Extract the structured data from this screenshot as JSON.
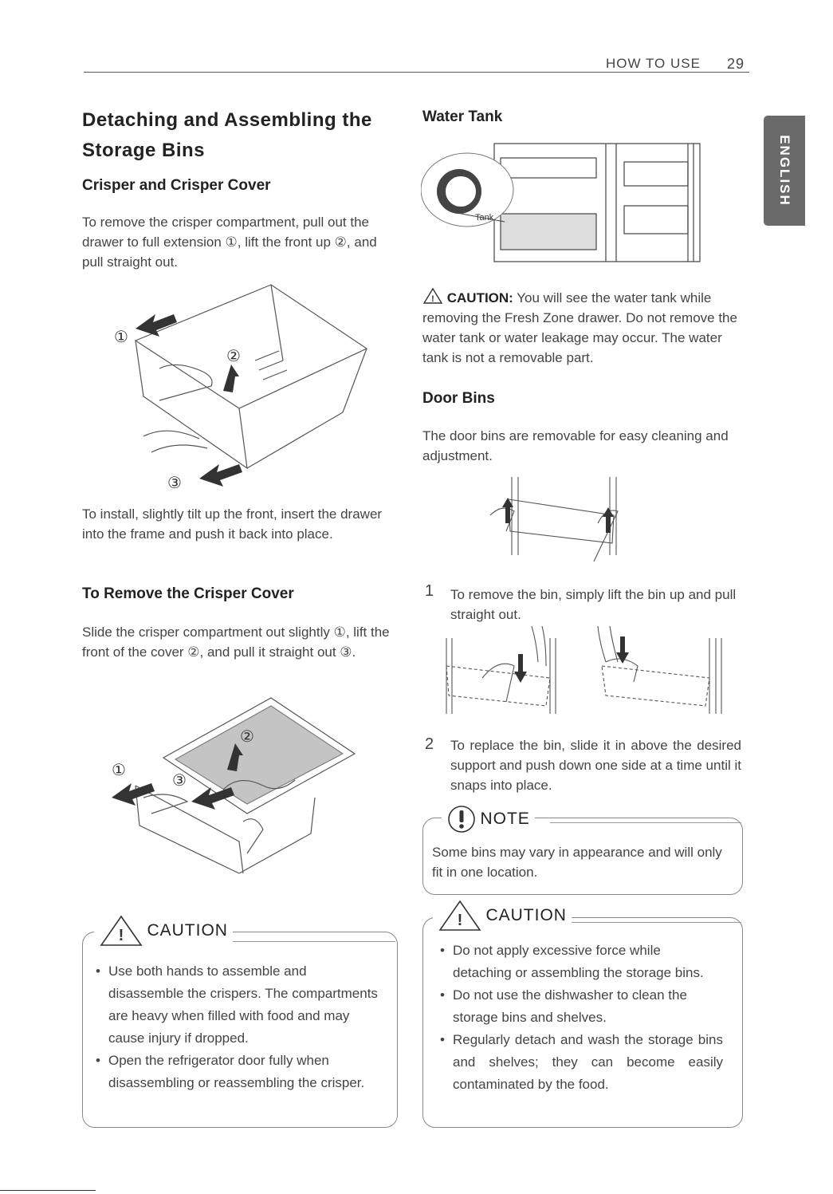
{
  "header": {
    "section": "HOW TO USE",
    "page_number": "29"
  },
  "side_tab": {
    "label": "ENGLISH"
  },
  "left": {
    "title": "Detaching and Assembling the Storage Bins",
    "crisper_heading": "Crisper and Crisper Cover",
    "crisper_text": "To remove the crisper compartment, pull out the drawer to full extension ①, lift the front up ②, and pull straight out.",
    "fig1_labels": [
      "①",
      "②",
      "③"
    ],
    "install_text": "To install, slightly tilt up the front, insert the drawer into the frame and push it back into place.",
    "cover_heading": "To Remove the Crisper Cover",
    "cover_text": "Slide the crisper compartment out slightly ①, lift the front of the cover ②, and pull it straight out ③.",
    "fig2_labels": [
      "①",
      "②",
      "③"
    ],
    "caution": {
      "title": "CAUTION",
      "items": [
        "Use both hands to assemble and disassemble the crispers. The compartments are heavy when filled with food and may cause injury if dropped.",
        "Open the refrigerator door fully when disassembling or reassembling the crisper."
      ]
    }
  },
  "right": {
    "water_heading": "Water Tank",
    "tank_label": "Tank",
    "caution_inline_label": "CAUTION:",
    "caution_inline_text": "You will see the water tank while removing the Fresh Zone drawer. Do not remove the water tank or water leakage may occur. The water tank is not a removable part.",
    "door_heading": "Door Bins",
    "door_text": "The door bins are removable for easy cleaning and adjustment.",
    "step1_num": "1",
    "step1_text": "To remove the bin, simply lift the bin up and pull straight out.",
    "step2_num": "2",
    "step2_text": "To replace the bin, slide it in above the desired support and push down one side at a time until it snaps into place.",
    "note": {
      "title": "NOTE",
      "text": "Some bins may vary in appearance and will only fit in one location."
    },
    "caution": {
      "title": "CAUTION",
      "items": [
        "Do not apply excessive force while detaching or assembling the storage bins.",
        "Do not use the dishwasher to clean the storage bins and shelves.",
        "Regularly detach and wash the storage bins and shelves; they can become easily contaminated by the food."
      ]
    }
  }
}
